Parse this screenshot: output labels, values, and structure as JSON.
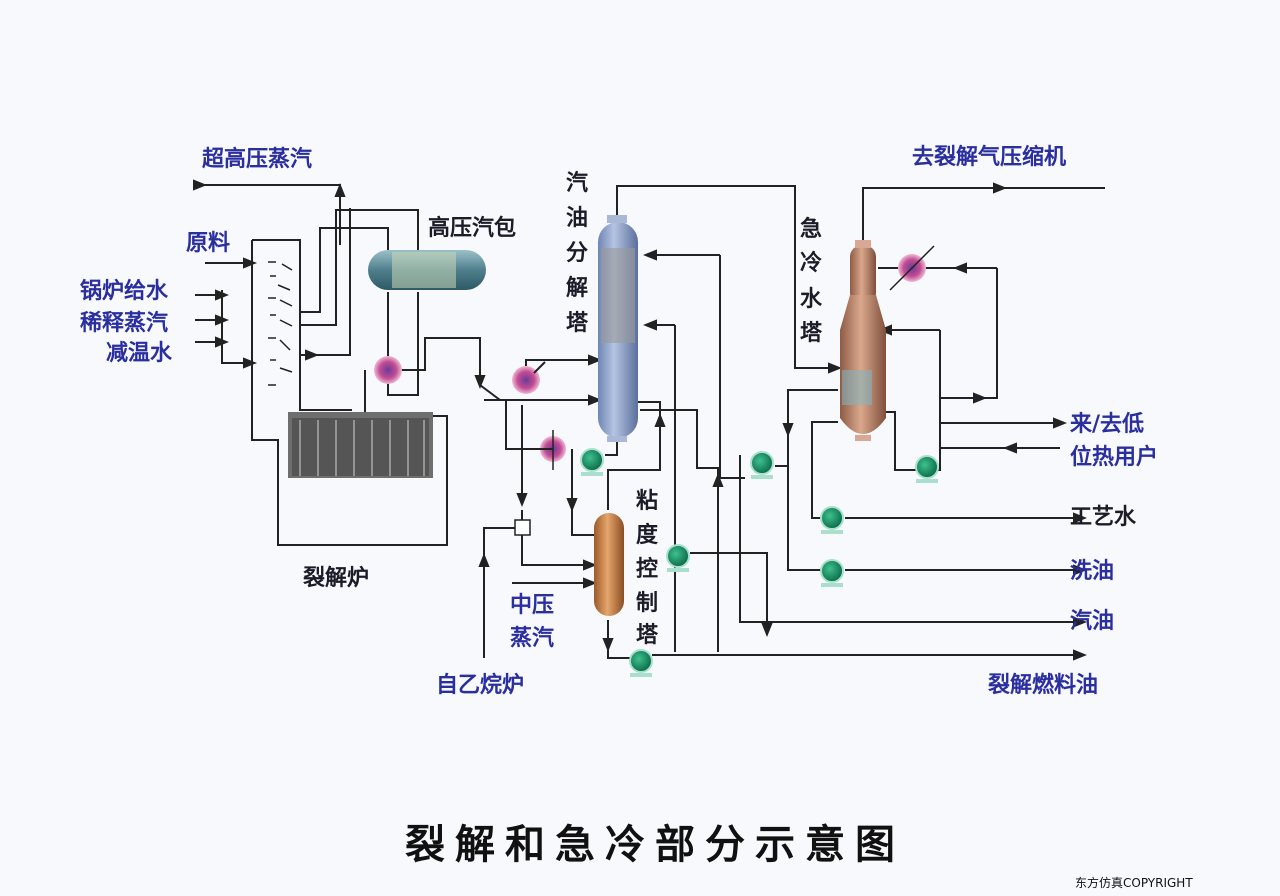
{
  "title": "裂解和急冷部分示意图",
  "copyright": "东方仿真COPYRIGHT",
  "colors": {
    "label_blue": "#2b2f9e",
    "label_dark": "#1c1c28",
    "pipe": "#222222",
    "drum_teal": "#5e8f9a",
    "fractionator_blue": "#8fa6cf",
    "quench_tower_brown": "#b8826a",
    "viscosity_tower_orange": "#c9834a",
    "pump_green": "#1f9a6e",
    "exchanger_magenta": "#c24d92"
  },
  "labels": {
    "super_hp_steam": "超高压蒸汽",
    "feed": "原料",
    "boiler_feed_water": "锅炉给水",
    "dilution_steam": "稀释蒸汽",
    "desuperheating_water": "减温水",
    "hp_steam_drum": "高压汽包",
    "cracking_furnace": "裂解炉",
    "gasoline_fractionator": [
      "汽",
      "油",
      "分",
      "解",
      "塔"
    ],
    "quench_water_tower": [
      "急",
      "冷",
      "水",
      "塔"
    ],
    "viscosity_control_tower": [
      "粘",
      "度",
      "控",
      "制",
      "塔"
    ],
    "to_compressor": "去裂解气压缩机",
    "low_heat_users_1": "来/去低",
    "low_heat_users_2": "位热用户",
    "process_water": "工艺水",
    "wash_oil": "洗油",
    "gasoline": "汽油",
    "cracked_fuel_oil": "裂解燃料油",
    "mp_steam_1": "中压",
    "mp_steam_2": "蒸汽",
    "from_ethane_furnace": "自乙烷炉"
  }
}
